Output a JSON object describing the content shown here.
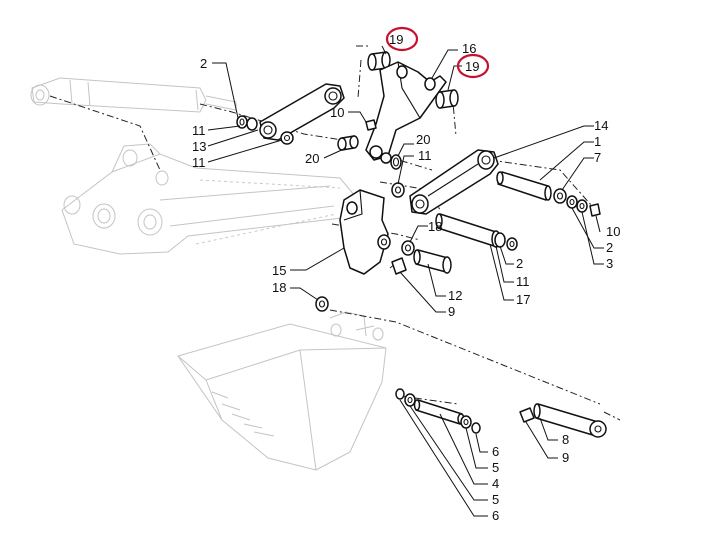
{
  "diagram": {
    "callouts": [
      {
        "id": "c19a",
        "text": "19",
        "highlighted": true
      },
      {
        "id": "c19b",
        "text": "19",
        "highlighted": true
      },
      {
        "id": "c16",
        "text": "16"
      },
      {
        "id": "c2a",
        "text": "2"
      },
      {
        "id": "c10a",
        "text": "10"
      },
      {
        "id": "c11a",
        "text": "11"
      },
      {
        "id": "c13",
        "text": "13"
      },
      {
        "id": "c11b",
        "text": "11"
      },
      {
        "id": "c20a",
        "text": "20"
      },
      {
        "id": "c20b",
        "text": "20"
      },
      {
        "id": "c11c",
        "text": "11"
      },
      {
        "id": "c14",
        "text": "14"
      },
      {
        "id": "c1",
        "text": "1"
      },
      {
        "id": "c7",
        "text": "7"
      },
      {
        "id": "c10b",
        "text": "10"
      },
      {
        "id": "c2b",
        "text": "2"
      },
      {
        "id": "c3",
        "text": "3"
      },
      {
        "id": "c18a",
        "text": "18"
      },
      {
        "id": "c2c",
        "text": "2"
      },
      {
        "id": "c11d",
        "text": "11"
      },
      {
        "id": "c17",
        "text": "17"
      },
      {
        "id": "c15",
        "text": "15"
      },
      {
        "id": "c12",
        "text": "12"
      },
      {
        "id": "c9a",
        "text": "9"
      },
      {
        "id": "c18b",
        "text": "18"
      },
      {
        "id": "c6a",
        "text": "6"
      },
      {
        "id": "c5a",
        "text": "5"
      },
      {
        "id": "c4",
        "text": "4"
      },
      {
        "id": "c5b",
        "text": "5"
      },
      {
        "id": "c6b",
        "text": "6"
      },
      {
        "id": "c8",
        "text": "8"
      },
      {
        "id": "c9b",
        "text": "9"
      }
    ],
    "colors": {
      "highlight": "#c8102e",
      "part_outline": "#111111",
      "ghost_outline": "#c4c4c4"
    }
  }
}
